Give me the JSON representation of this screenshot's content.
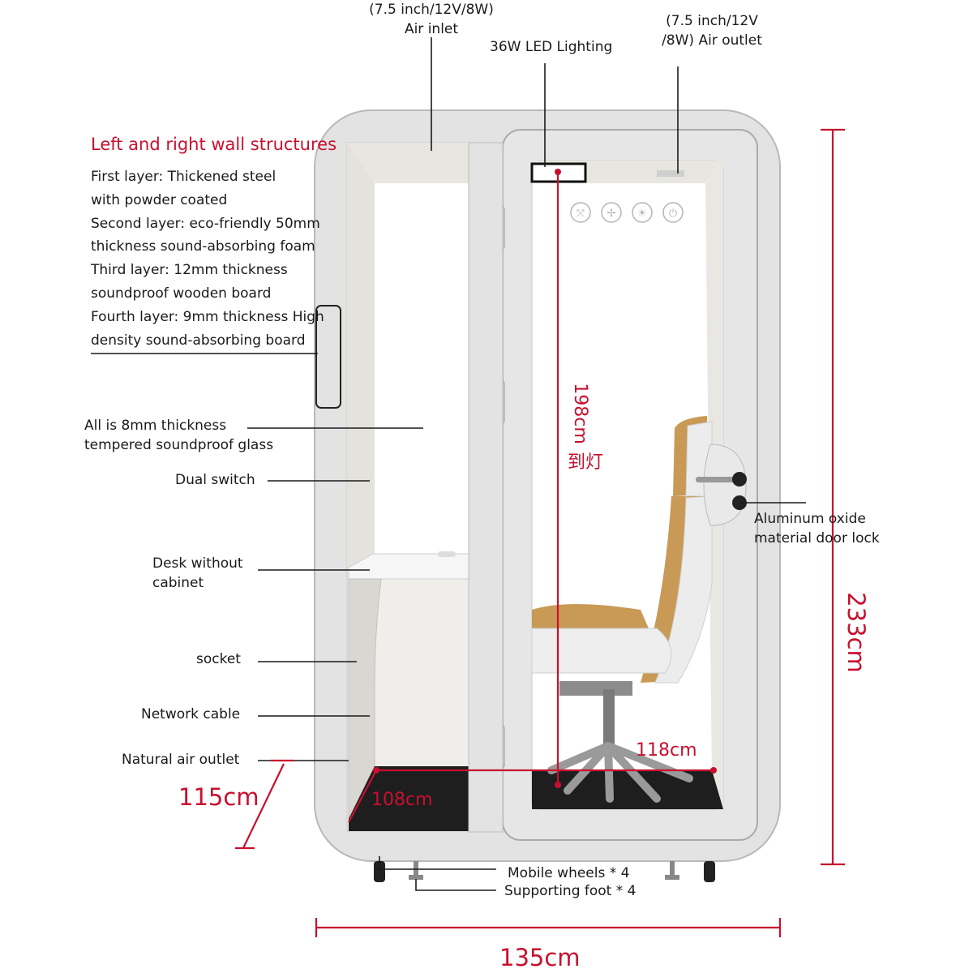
{
  "booth": {
    "frame_color": "#e3e3e3",
    "frame_stroke": "#b9b9b9",
    "foam_color": "#efeeea",
    "accent_red": "#c8102e",
    "chair_tan": "#c89a56",
    "chair_white": "#ececec"
  },
  "labels": {
    "air_inlet": [
      "(7.5 inch/12V/8W)",
      "Air  inlet"
    ],
    "led_lighting": "36W LED Lighting",
    "air_outlet": [
      "(7.5 inch/12V",
      "/8W) Air outlet"
    ],
    "glass": [
      "All is 8mm thickness",
      "tempered soundproof glass"
    ],
    "dual_switch": "Dual switch",
    "desk": [
      "Desk without",
      "cabinet"
    ],
    "socket": "socket",
    "network_cable": "Network cable",
    "natural_air_outlet": "Natural air outlet",
    "door_lock": [
      "Aluminum oxide",
      "material door lock"
    ],
    "mobile_wheels": "Mobile wheels * 4",
    "supporting_foot": "Supporting foot * 4"
  },
  "wall_structures": {
    "title": "Left and right wall structures",
    "lines": [
      "First layer: Thickened steel",
      "with powder coated",
      "Second layer: eco-friendly 50mm",
      "thickness sound-absorbing foam",
      "Third layer: 12mm thickness",
      "soundproof wooden board",
      "Fourth layer: 9mm thickness High",
      "density sound-absorbing board"
    ]
  },
  "dimensions": {
    "width": "135cm",
    "height": "233cm",
    "depth": "115cm",
    "inner_depth": "108cm",
    "inner_width": "118cm",
    "interior_height": "198cm",
    "interior_height_note": "到灯"
  },
  "panel_icons": [
    {
      "name": "ventilation-icon",
      "glyph": "⤧"
    },
    {
      "name": "fan-icon",
      "glyph": "✢"
    },
    {
      "name": "light-icon",
      "glyph": "☀"
    },
    {
      "name": "power-icon",
      "glyph": "⏻"
    }
  ]
}
